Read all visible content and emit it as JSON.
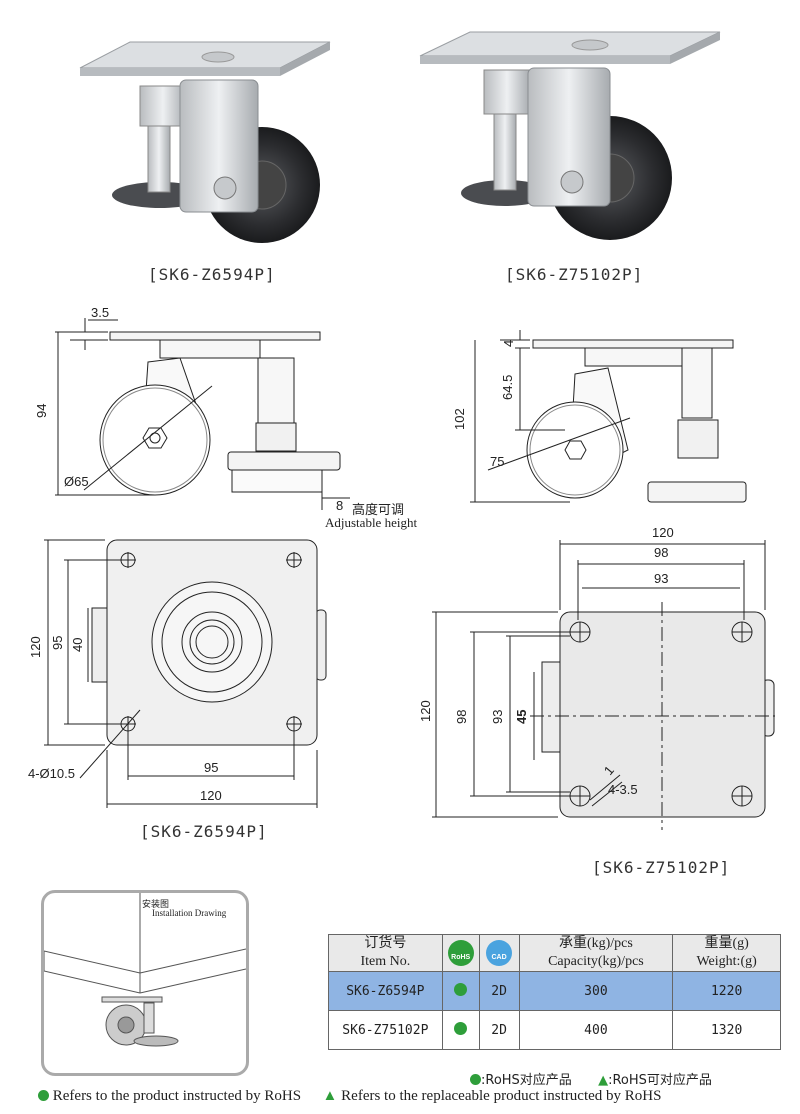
{
  "products": {
    "left_caption": "[SK6-Z6594P]",
    "right_caption": "[SK6-Z75102P]"
  },
  "side_view_left": {
    "dim_top": "3.5",
    "dim_height": "94",
    "dim_wheel": "Ø65",
    "dim_adjust": "8",
    "adjust_cn": "高度可调",
    "adjust_en": "Adjustable height"
  },
  "side_view_right": {
    "dim_top": "4",
    "dim_mid": "64.5",
    "dim_height": "102",
    "dim_wheel": "75"
  },
  "top_view_left": {
    "dim_width": "120",
    "dim_holes_h": "95",
    "dim_height": "120",
    "dim_holes_v": "95",
    "dim_slot": "40",
    "dim_holes": "4-Ø10.5",
    "caption": "[SK6-Z6594P]"
  },
  "top_view_right": {
    "dim_width": "120",
    "dim_w98": "98",
    "dim_w93": "93",
    "dim_height": "120",
    "dim_h98": "98",
    "dim_h93": "93",
    "dim_h45": "45",
    "dim_slot": "1",
    "dim_holes": "4-3.5",
    "caption": "[SK6-Z75102P]"
  },
  "install": {
    "title_cn": "安装图",
    "title_en": "Installation Drawing"
  },
  "table": {
    "col_item_cn": "订货号",
    "col_item_en": "Item No.",
    "rohs_badge": "RoHS",
    "cad_badge": "CAD",
    "col_cap_cn": "承重(kg)/pcs",
    "col_cap_en": "Capacity(kg)/pcs",
    "col_weight_cn": "重量(g)",
    "col_weight_en": "Weight:(g)",
    "rows": [
      {
        "item": "SK6-Z6594P",
        "cad": "2D",
        "capacity": "300",
        "weight": "1220"
      },
      {
        "item": "SK6-Z75102P",
        "cad": "2D",
        "capacity": "400",
        "weight": "1320"
      }
    ]
  },
  "legend": {
    "rohs_cn": ":RoHS对应产品",
    "rohs_replace_cn": ":RoHS可对应产品",
    "rohs_en": "Refers to the product instructed by RoHS",
    "rohs_replace_en": "Refers to the replaceable product instructed by RoHS"
  },
  "colors": {
    "highlight_row": "#8fb4e3",
    "rohs_green": "#2e9e3a",
    "cad_blue": "#4aa3df"
  }
}
